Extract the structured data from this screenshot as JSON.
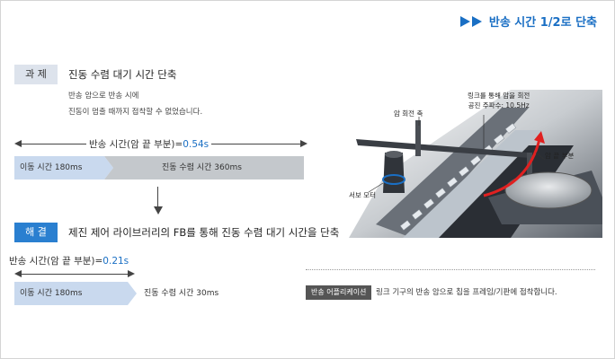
{
  "header": {
    "title": "반송 시간 1/2로 단축"
  },
  "problem": {
    "tag": "과 제",
    "title": "진동 수렴 대기 시간 단축",
    "desc_line1": "반송 암으로 반송 시에",
    "desc_line2": "진동이 멈출 때까지 접착할 수 없었습니다.",
    "total_label": "반송 시간(암 끝 부분)=",
    "total_value": "0.54s",
    "move_label": "이동 시간  180ms",
    "settle_label": "진동 수렴 시간  360ms"
  },
  "solution": {
    "tag": "해 결",
    "title": "제진 제어 라이브러리의 FB를 통해 진동 수렴 대기 시간을 단축",
    "total_label": "반송 시간(암 끝 부분)=",
    "total_value": "0.21s",
    "move_label": "이동 시간  180ms",
    "settle_label": "진동 수렴 시간  30ms"
  },
  "application": {
    "badge": "반송 어플리케이션",
    "text": "링크 기구의 반송 암으로 칩을 프레임/기판에 접착합니다."
  },
  "photo": {
    "label_axis": "암 회전 축",
    "label_link_1": "링크를 통해 암을 회전",
    "label_link_2": "공진 주파수: 10.5Hz",
    "label_arm_tip": "암 끝 부분",
    "label_servo": "서보 모터"
  },
  "colors": {
    "accent": "#1a6fc4",
    "bar_blue": "#c9d9ee",
    "bar_gray": "#c4c8cc",
    "tag_blue": "#2a7fd0",
    "red_arrow": "#e02020"
  },
  "icons": {
    "headline": "double-arrow-right-icon",
    "flow": "arrow-down-icon"
  }
}
